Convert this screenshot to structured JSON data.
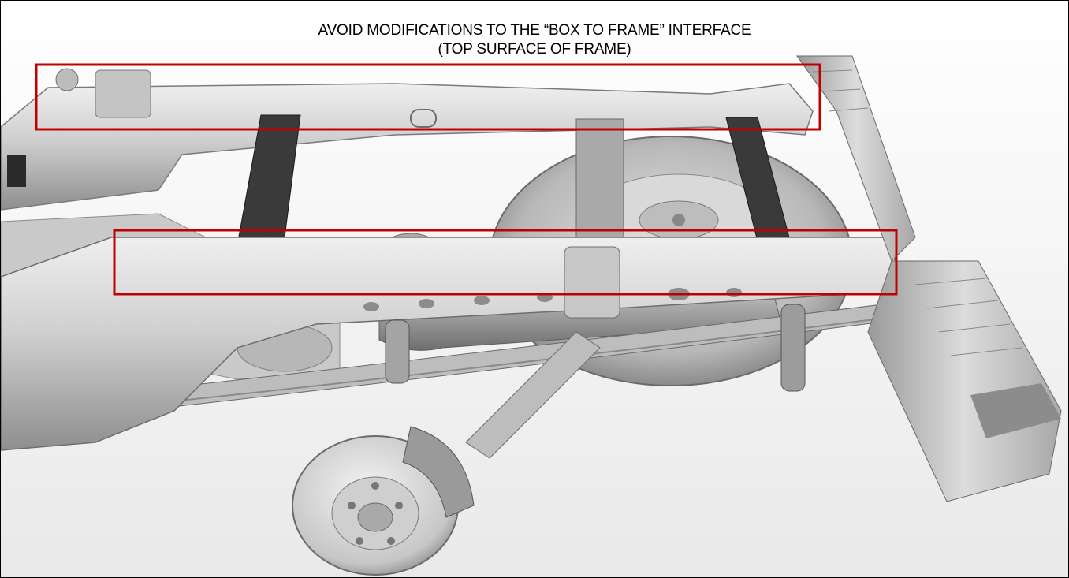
{
  "title": {
    "line1": "AVOID MODIFICATIONS TO THE “BOX TO FRAME” INTERFACE",
    "line2": "(TOP SURFACE OF FRAME)"
  },
  "colors": {
    "highlight": "#c00000",
    "metal_light": "#d6d6d6",
    "metal_mid": "#b4b4b4",
    "metal_dark": "#7c7c7c",
    "black": "#2a2a2a"
  },
  "icons": [
    "truck-chassis-illustration",
    "brake-rotor-icon",
    "spare-tire-icon",
    "rear-bumper-icon"
  ]
}
